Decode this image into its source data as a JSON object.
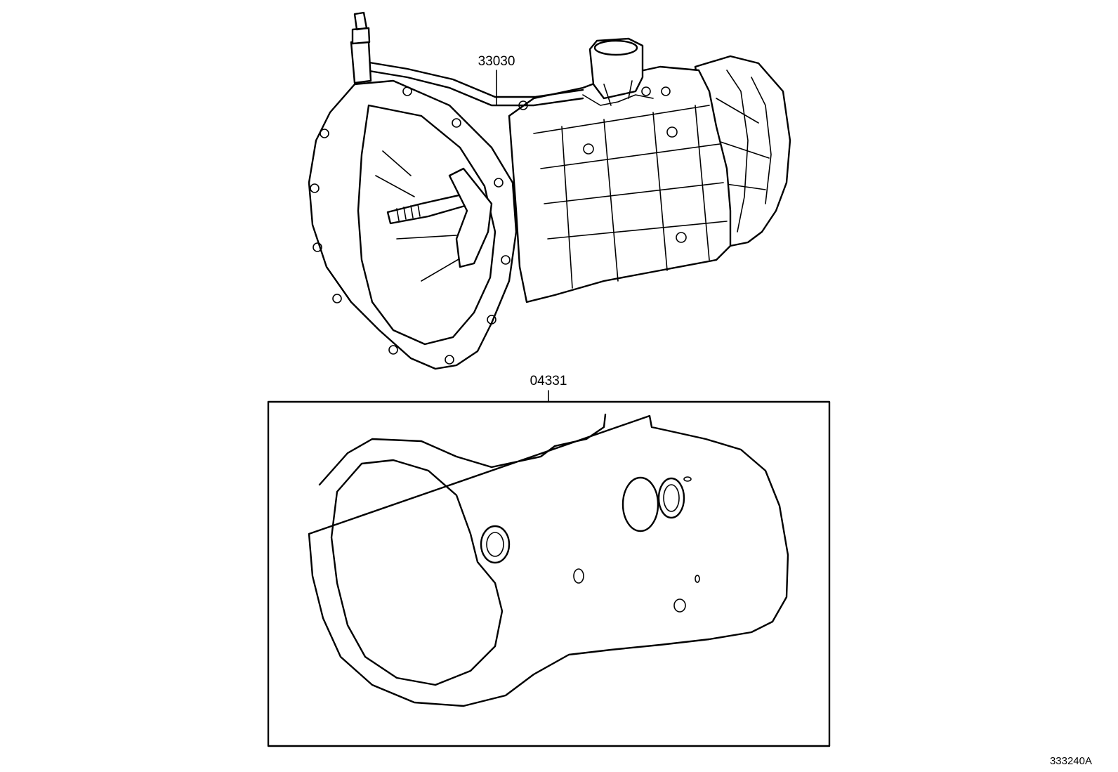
{
  "callouts": {
    "transmission": "33030",
    "gasket_kit": "04331"
  },
  "figure_ref": "333240A"
}
